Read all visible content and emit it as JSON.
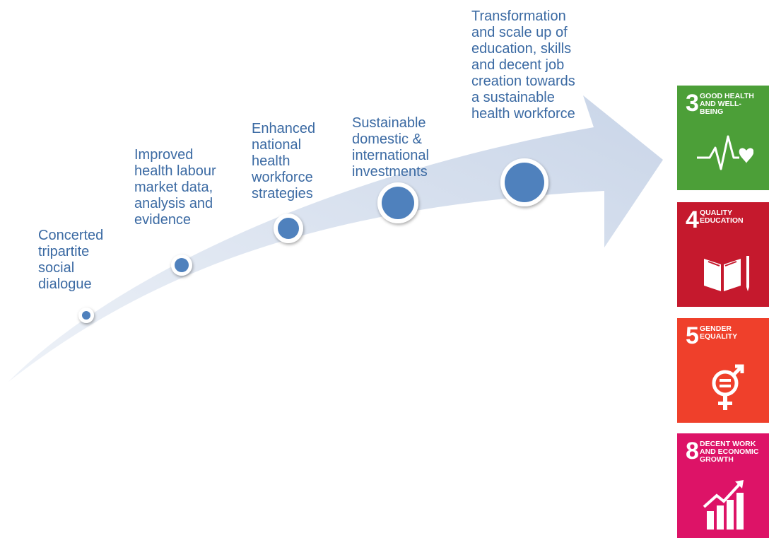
{
  "stages": [
    {
      "label": "Concerted\ntripartite\nsocial\ndialogue"
    },
    {
      "label": "Improved\nhealth labour\nmarket data,\nanalysis and\nevidence"
    },
    {
      "label": "Enhanced\nnational\nhealth\nworkforce\nstrategies"
    },
    {
      "label": "Sustainable\ndomestic &\ninternational\ninvestments"
    },
    {
      "label": "Transformation\nand scale up of\neducation, skills\nand decent job\ncreation towards\na sustainable\nhealth workforce"
    }
  ],
  "sdg_goals": [
    {
      "number": "3",
      "title": "GOOD HEALTH\nAND WELL-\nBEING",
      "color": "#4c9f38",
      "icon": "heartbeat-icon"
    },
    {
      "number": "4",
      "title": "QUALITY\nEDUCATION",
      "color": "#c5192d",
      "icon": "book-pencil-icon"
    },
    {
      "number": "5",
      "title": "GENDER\nEQUALITY",
      "color": "#ef402b",
      "icon": "gender-equality-icon"
    },
    {
      "number": "8",
      "title": "DECENT WORK\nAND ECONOMIC\nGROWTH",
      "color": "#dd1367",
      "icon": "growth-chart-icon"
    }
  ],
  "colors": {
    "label_text": "#3b6aa3",
    "dot_fill": "#4f81bd",
    "arrow": "#d6dfee"
  }
}
